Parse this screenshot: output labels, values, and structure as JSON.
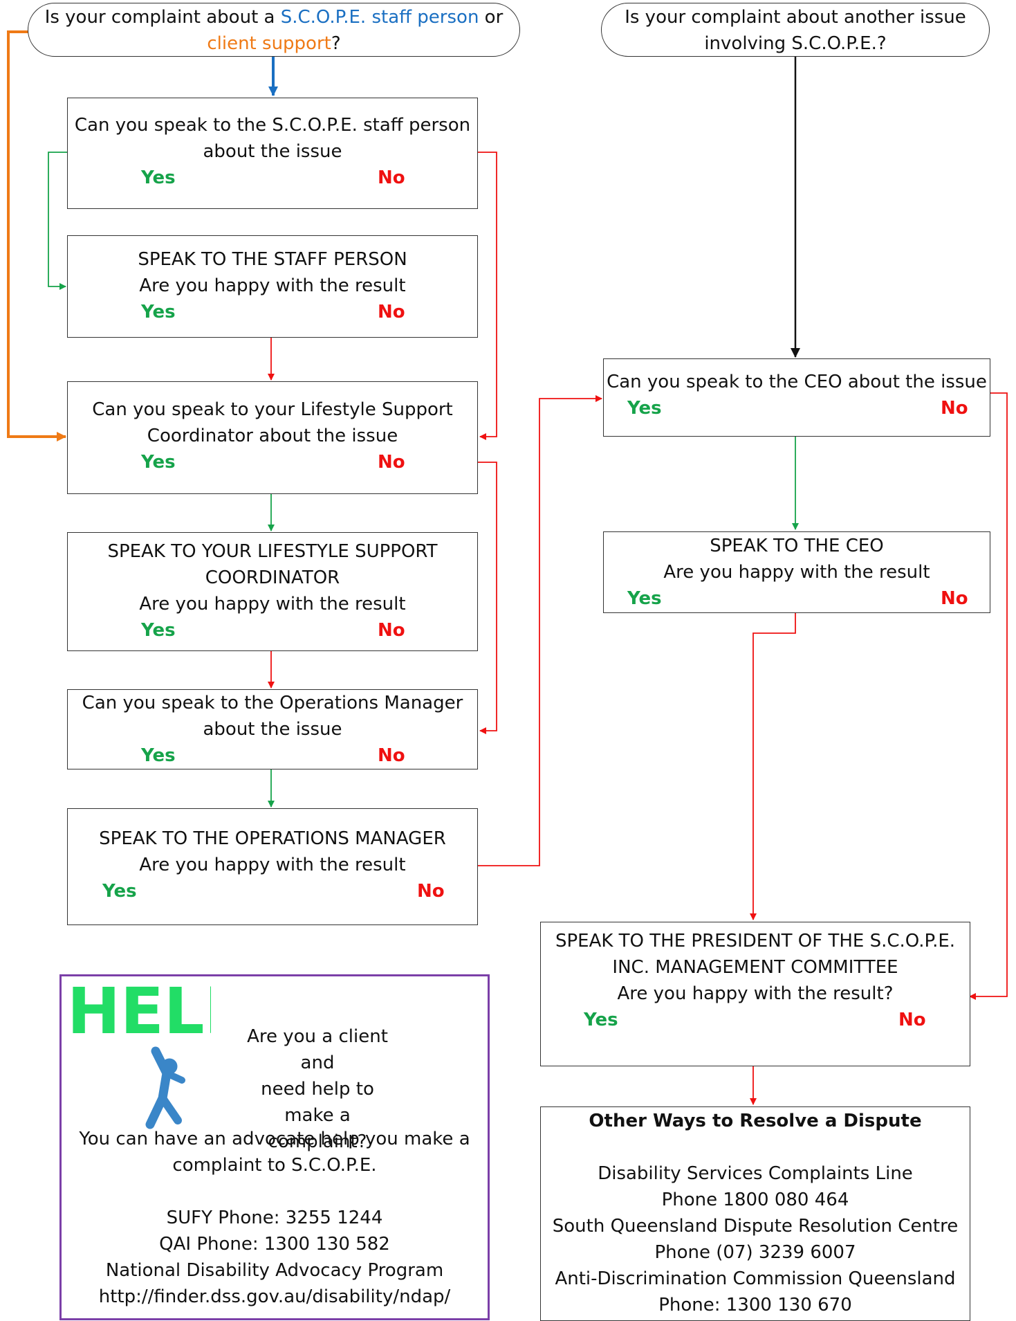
{
  "colors": {
    "blue": "#1a6fc2",
    "orange": "#ef7a16",
    "green": "#16a34a",
    "red": "#ef1111",
    "purple": "#7b3fa8"
  },
  "start_left": {
    "before": "Is your complaint about a ",
    "staff": "S.C.O.P.E. staff person",
    "mid": " or",
    "client": "client support",
    "after": "?"
  },
  "start_right": {
    "line1": "Is your complaint about another issue",
    "line2": "involving S.C.O.P.E.?"
  },
  "nodes": {
    "speak_staff_q": {
      "line1": "Can you speak to the S.C.O.P.E. staff person",
      "line2": "about the issue",
      "yes": "Yes",
      "no": "No"
    },
    "staff_result": {
      "line1": "SPEAK TO THE STAFF PERSON",
      "line2": "Are  you happy with the result",
      "yes": "Yes",
      "no": "No"
    },
    "lsc_q": {
      "line1": "Can you speak to your Lifestyle Support",
      "line2": "Coordinator about the issue",
      "yes": "Yes",
      "no": "No"
    },
    "lsc_result": {
      "line1": "SPEAK TO YOUR LIFESTYLE SUPPORT",
      "line2": "COORDINATOR",
      "line3": "Are  you happy with the result",
      "yes": "Yes",
      "no": "No"
    },
    "ops_q": {
      "line1": "Can you speak to the Operations Manager",
      "line2": "about the issue",
      "yes": "Yes",
      "no": "No"
    },
    "ops_result": {
      "line1": "SPEAK TO THE OPERATIONS MANAGER",
      "line2": "Are  you happy with the result",
      "yes": "Yes",
      "no": "No"
    },
    "ceo_q": {
      "line1": "Can you speak to the CEO about the issue",
      "yes": "Yes",
      "no": "No"
    },
    "ceo_result": {
      "line1": "SPEAK TO THE CEO",
      "line2": "Are  you happy with the result",
      "yes": "Yes",
      "no": "No"
    },
    "president": {
      "line1": "SPEAK TO THE PRESIDENT OF THE S.C.O.P.E.",
      "line2": "INC. MANAGEMENT COMMITTEE",
      "line3": "Are you happy with the result?",
      "yes": "Yes",
      "no": "No"
    }
  },
  "other_ways": {
    "title": "Other Ways to Resolve a Dispute",
    "lines": [
      "Disability Services Complaints Line",
      "Phone 1800 080 464",
      "South Queensland Dispute Resolution Centre",
      "Phone (07) 3239 6007",
      "Anti-Discrimination Commission Queensland",
      "Phone:  1300 130 670"
    ]
  },
  "help": {
    "logo_text": "HELP",
    "question": [
      "Are you a client and",
      "need help to make a",
      "complaint?"
    ],
    "body": [
      "You can have an advocate help you make a",
      "complaint to S.C.O.P.E.",
      "",
      "SUFY Phone:  3255 1244",
      "QAI Phone:  1300 130 582",
      "National Disability Advocacy Program",
      "http://finder.dss.gov.au/disability/ndap/"
    ]
  }
}
